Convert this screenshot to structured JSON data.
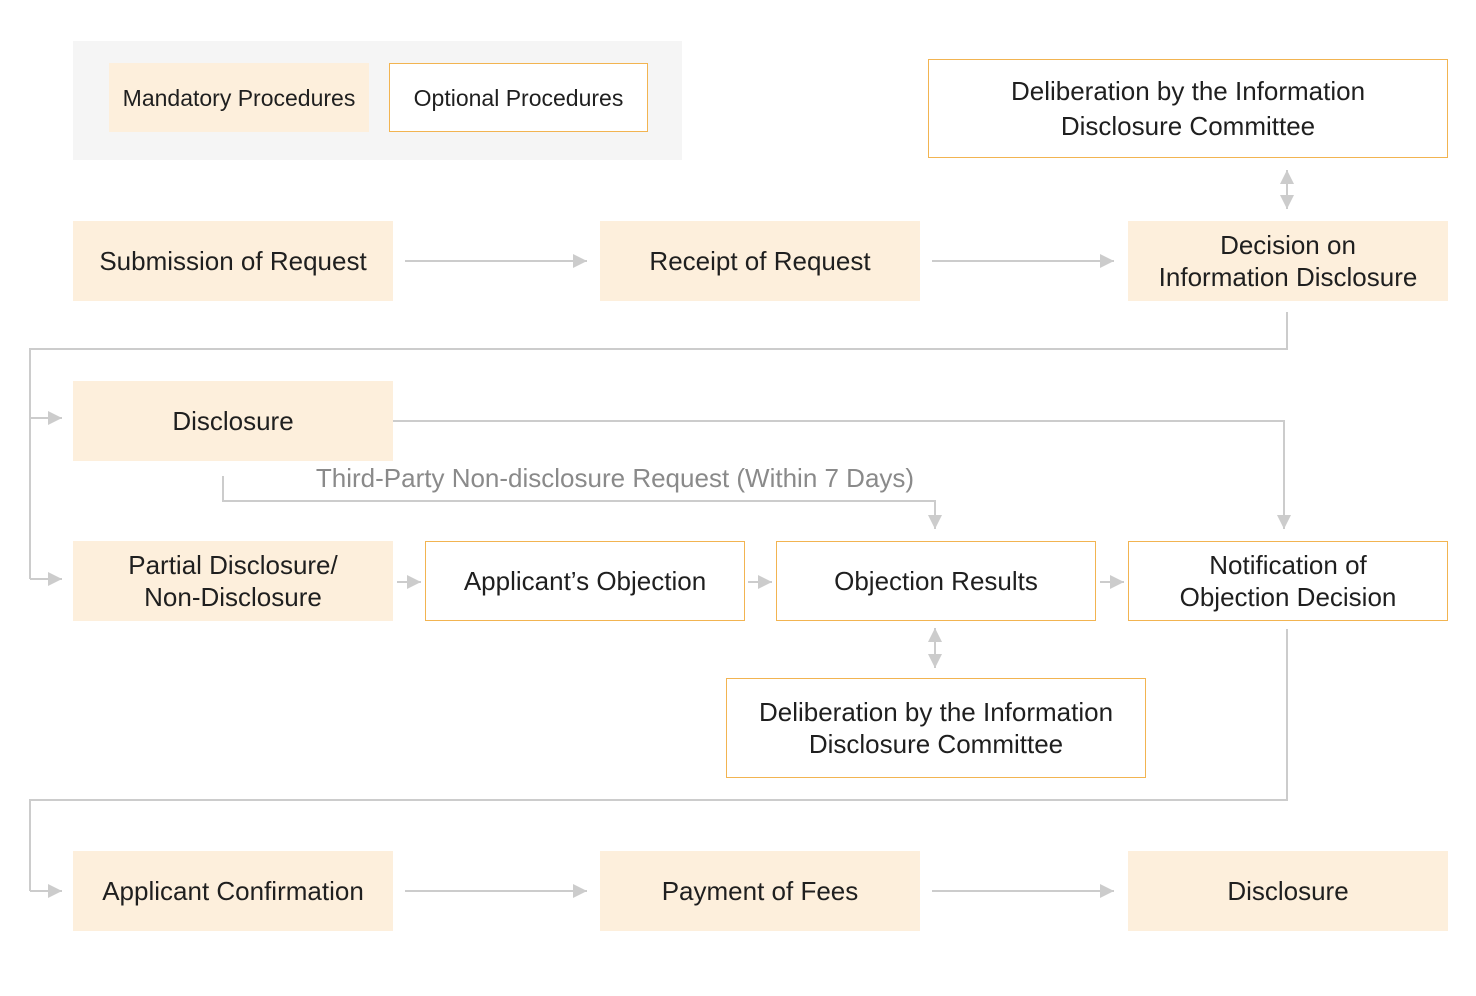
{
  "colors": {
    "mandatory_fill": "#fdefdc",
    "optional_border": "#f2b451",
    "connector": "#cccccc",
    "legend_panel": "#f5f5f5",
    "annotation_text": "#8a8a8a"
  },
  "legend": {
    "mandatory": "Mandatory Procedures",
    "optional": "Optional Procedures"
  },
  "nodes": {
    "committee_top": [
      "Deliberation by the Information",
      "Disclosure Committee"
    ],
    "submission": "Submission of Request",
    "receipt": "Receipt of Request",
    "decision": [
      "Decision on",
      "Information Disclosure"
    ],
    "disclosure_1": "Disclosure",
    "partial": [
      "Partial Disclosure/",
      "Non-Disclosure"
    ],
    "objection": "Applicant’s Objection",
    "objection_results": "Objection Results",
    "notification": [
      "Notification of",
      "Objection Decision"
    ],
    "committee_bottom": [
      "Deliberation by the Information",
      "Disclosure Committee"
    ],
    "confirmation": "Applicant Confirmation",
    "payment": "Payment of Fees",
    "disclosure_2": "Disclosure"
  },
  "annotation": "Third-Party Non-disclosure Request (Within 7 Days)"
}
